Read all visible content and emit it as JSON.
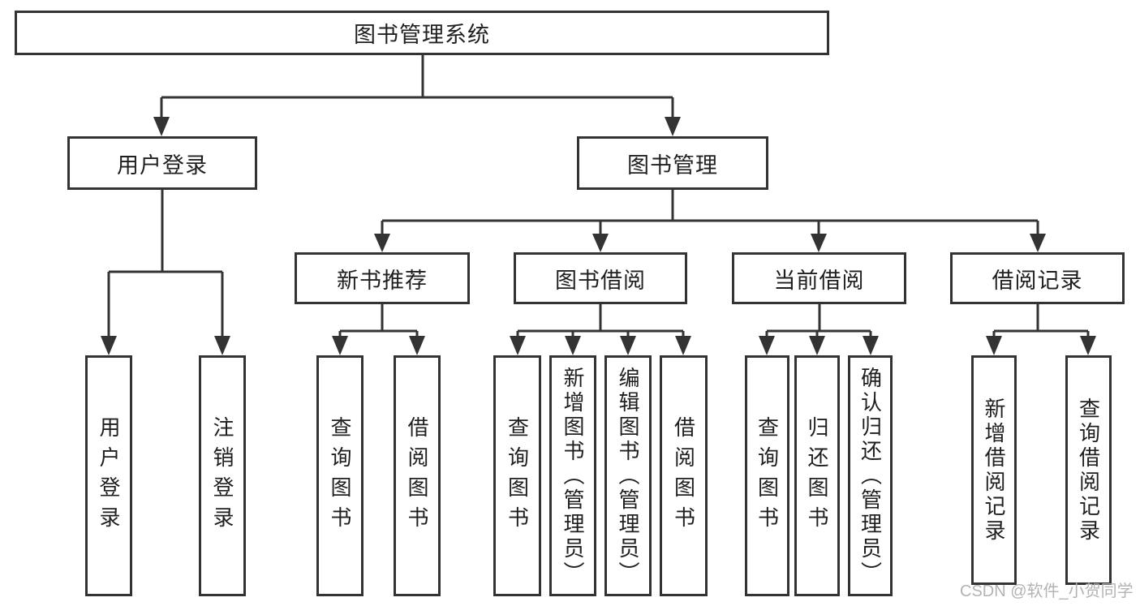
{
  "diagram": {
    "title": "图书管理系统",
    "level2": {
      "user_login": "用户登录",
      "book_management": "图书管理"
    },
    "level3": {
      "new_book_recommend": "新书推荐",
      "book_borrow": "图书借阅",
      "current_borrow": "当前借阅",
      "borrow_records": "借阅记录"
    },
    "leaves": {
      "user_login": "用户登录",
      "logout": "注销登录",
      "nbr_query_books": "查询图书",
      "nbr_borrow_books": "借阅图书",
      "bb_query_books": "查询图书",
      "bb_add_books_admin": "新增图书（管理员）",
      "bb_edit_books_admin": "编辑图书（管理员）",
      "bb_borrow_books": "借阅图书",
      "cb_query_books": "查询图书",
      "cb_return_books": "归还图书",
      "cb_confirm_return_admin": "确认归还（管理员）",
      "br_add_record": "新增借阅记录",
      "br_query_record": "查询借阅记录"
    }
  },
  "watermark": "CSDN @软件_小贺同学",
  "colors": {
    "line": "#333333",
    "text": "#1f1f1f",
    "watermark": "#b3b3b3",
    "background": "#ffffff"
  }
}
